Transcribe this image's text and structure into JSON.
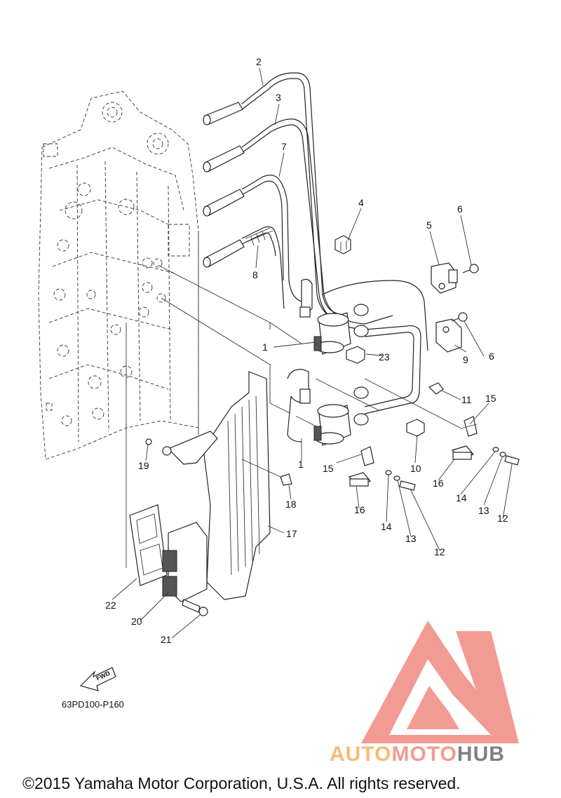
{
  "diagram": {
    "callouts": [
      {
        "id": "c1a",
        "text": "1"
      },
      {
        "id": "c1b",
        "text": "1"
      },
      {
        "id": "c2",
        "text": "2"
      },
      {
        "id": "c3",
        "text": "3"
      },
      {
        "id": "c4",
        "text": "4"
      },
      {
        "id": "c5",
        "text": "5"
      },
      {
        "id": "c6a",
        "text": "6"
      },
      {
        "id": "c6b",
        "text": "6"
      },
      {
        "id": "c7",
        "text": "7"
      },
      {
        "id": "c8",
        "text": "8"
      },
      {
        "id": "c9",
        "text": "9"
      },
      {
        "id": "c10",
        "text": "10"
      },
      {
        "id": "c11",
        "text": "11"
      },
      {
        "id": "c12a",
        "text": "12"
      },
      {
        "id": "c12b",
        "text": "12"
      },
      {
        "id": "c13a",
        "text": "13"
      },
      {
        "id": "c13b",
        "text": "13"
      },
      {
        "id": "c14a",
        "text": "14"
      },
      {
        "id": "c14b",
        "text": "14"
      },
      {
        "id": "c15a",
        "text": "15"
      },
      {
        "id": "c15b",
        "text": "15"
      },
      {
        "id": "c16a",
        "text": "16"
      },
      {
        "id": "c16b",
        "text": "16"
      },
      {
        "id": "c17",
        "text": "17"
      },
      {
        "id": "c18",
        "text": "18"
      },
      {
        "id": "c19",
        "text": "19"
      },
      {
        "id": "c20",
        "text": "20"
      },
      {
        "id": "c21",
        "text": "21"
      },
      {
        "id": "c22",
        "text": "22"
      },
      {
        "id": "c23",
        "text": "23"
      }
    ],
    "fwd_label": "FWD",
    "diagram_code": "63PD100-P160"
  },
  "watermark": {
    "part1": "AUTO",
    "part2": "MOTO",
    "part3": "HUB",
    "colors": {
      "triangle": "#f08a80",
      "auto": "#f5b061",
      "moto": "#f08a80",
      "hub": "#6b6b6b"
    }
  },
  "footer": {
    "copyright": "©2015 Yamaha Motor Corporation, U.S.A. All rights reserved."
  }
}
